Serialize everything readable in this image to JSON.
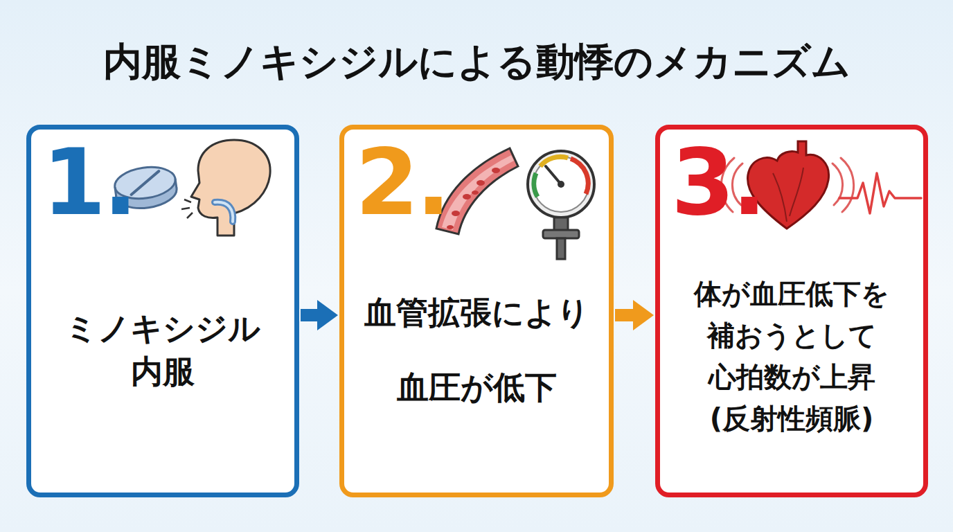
{
  "diagram": {
    "title": "内服ミノキシジルによる動悸のメカニズム",
    "nodes": [
      {
        "text": [
          "1.",
          "ミノキシジル 内服"
        ]
      },
      {
        "text": [
          "2.",
          "血管拡張により 血圧が低下"
        ]
      },
      {
        "text": [
          "3.",
          "体が血圧低下を 補おうとして 心拍数が上昇 (反射性頻脈)"
        ]
      }
    ],
    "edges": [
      {
        "from": 0,
        "to": 1,
        "arrow": "to"
      },
      {
        "from": 1,
        "to": 2,
        "arrow": "to"
      }
    ]
  }
}
